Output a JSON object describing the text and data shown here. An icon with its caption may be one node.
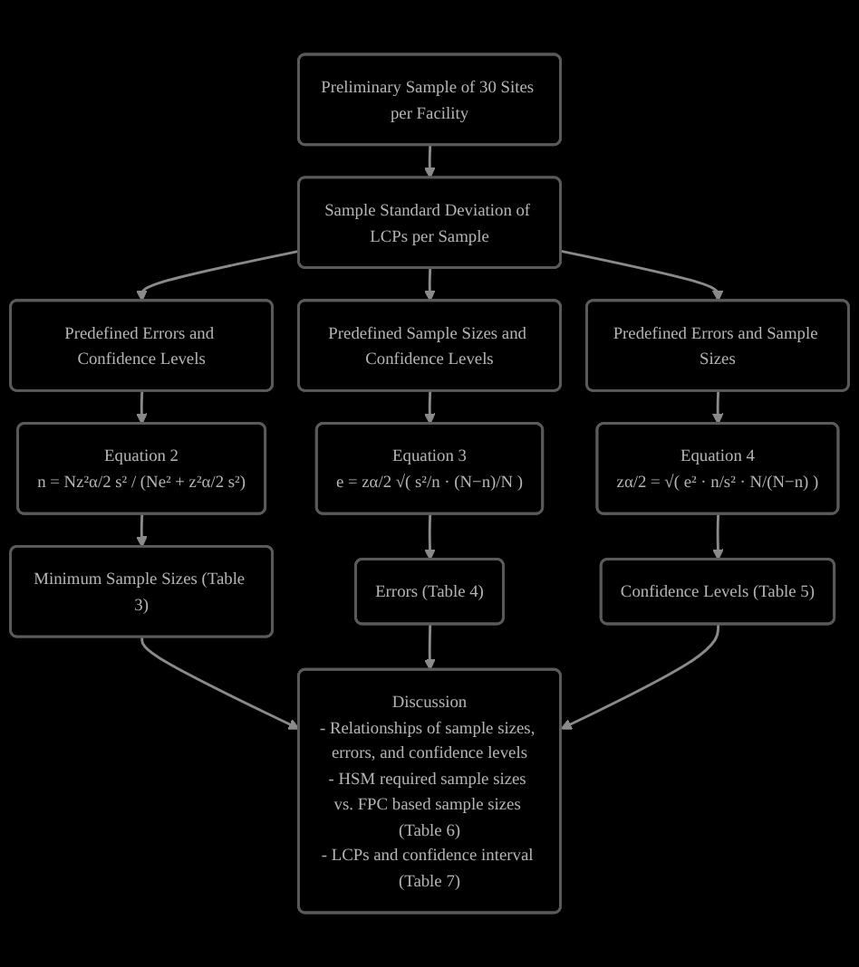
{
  "diagram": {
    "nodes": [
      {
        "text": [
          "Preliminary Sample of 30 Sites per Facility"
        ]
      },
      {
        "text": [
          "Sample Standard Deviation of LCPs per Sample"
        ]
      },
      {
        "text": [
          "Predefined Errors and Confidence Levels"
        ]
      },
      {
        "text": [
          "Predefined Sample Sizes and Confidence Levels"
        ]
      },
      {
        "text": [
          "Predefined Errors and Sample Sizes"
        ]
      },
      {
        "text": [
          "Equation 2",
          "n = Nz²α/2 s² / (Ne² + z²α/2 s²)"
        ]
      },
      {
        "text": [
          "Equation 3",
          "e = zα/2 √( s²/n · (N−n)/N )"
        ]
      },
      {
        "text": [
          "Equation 4",
          "zα/2 = √( e² · n/s² · N/(N−n) )"
        ]
      },
      {
        "text": [
          "Minimum Sample Sizes (Table 3)"
        ]
      },
      {
        "text": [
          "Errors (Table 4)"
        ]
      },
      {
        "text": [
          "Confidence Levels (Table 5)"
        ]
      },
      {
        "text": [
          "Discussion",
          "- Relationships of sample sizes, errors, and confidence levels",
          "- HSM required sample sizes vs. FPC based sample sizes (Table 6)",
          "- LCPs and confidence interval (Table 7)"
        ]
      }
    ],
    "edges": [
      {
        "from": 0,
        "to": 1,
        "arrow": "to"
      },
      {
        "from": 1,
        "to": 2,
        "arrow": "to"
      },
      {
        "from": 1,
        "to": 3,
        "arrow": "to"
      },
      {
        "from": 1,
        "to": 4,
        "arrow": "to"
      },
      {
        "from": 2,
        "to": 5,
        "arrow": "to"
      },
      {
        "from": 3,
        "to": 6,
        "arrow": "to"
      },
      {
        "from": 4,
        "to": 7,
        "arrow": "to"
      },
      {
        "from": 5,
        "to": 8,
        "arrow": "to"
      },
      {
        "from": 6,
        "to": 9,
        "arrow": "to"
      },
      {
        "from": 7,
        "to": 10,
        "arrow": "to"
      },
      {
        "from": 8,
        "to": 11,
        "arrow": "to"
      },
      {
        "from": 9,
        "to": 11,
        "arrow": "to"
      },
      {
        "from": 10,
        "to": 11,
        "arrow": "to"
      }
    ]
  }
}
